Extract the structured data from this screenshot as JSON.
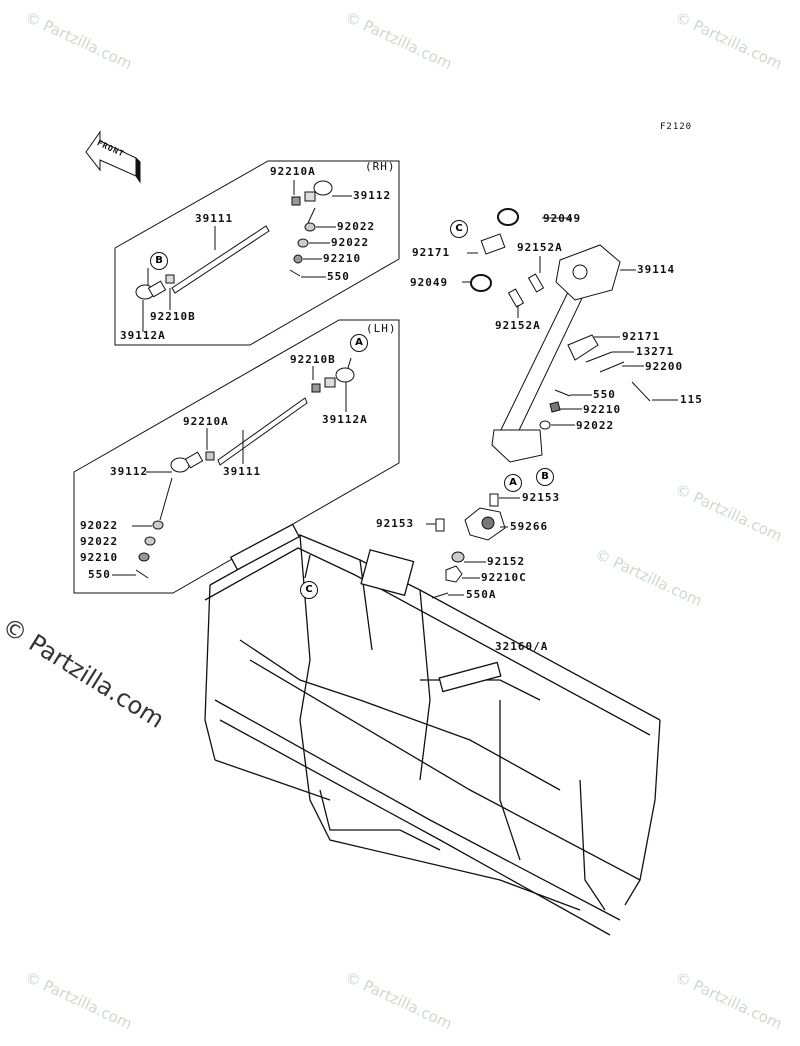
{
  "figure_code": "F2120",
  "front_arrow_label": "FRONT",
  "watermark": "© Partzilla.com",
  "rh_group": {
    "side": "(RH)",
    "labels": [
      "92210A",
      "39112",
      "39111",
      "92022",
      "92022",
      "92210",
      "550",
      "92210B",
      "39112A"
    ],
    "callout": "B"
  },
  "lh_group": {
    "side": "(LH)",
    "labels": [
      "92210B",
      "39112A",
      "92210A",
      "39112",
      "39111",
      "92022",
      "92022",
      "92210",
      "550"
    ],
    "callout": "A"
  },
  "steering": {
    "labels": [
      "92049",
      "92171",
      "92152A",
      "39114",
      "92049",
      "92152A",
      "92171",
      "13271",
      "92200",
      "550",
      "115",
      "92210",
      "92022",
      "92153",
      "92153",
      "59266",
      "92152",
      "92210C",
      "550A"
    ],
    "callouts": [
      "C",
      "A",
      "B"
    ]
  },
  "frame": {
    "label": "32160/A",
    "callout": "C"
  }
}
